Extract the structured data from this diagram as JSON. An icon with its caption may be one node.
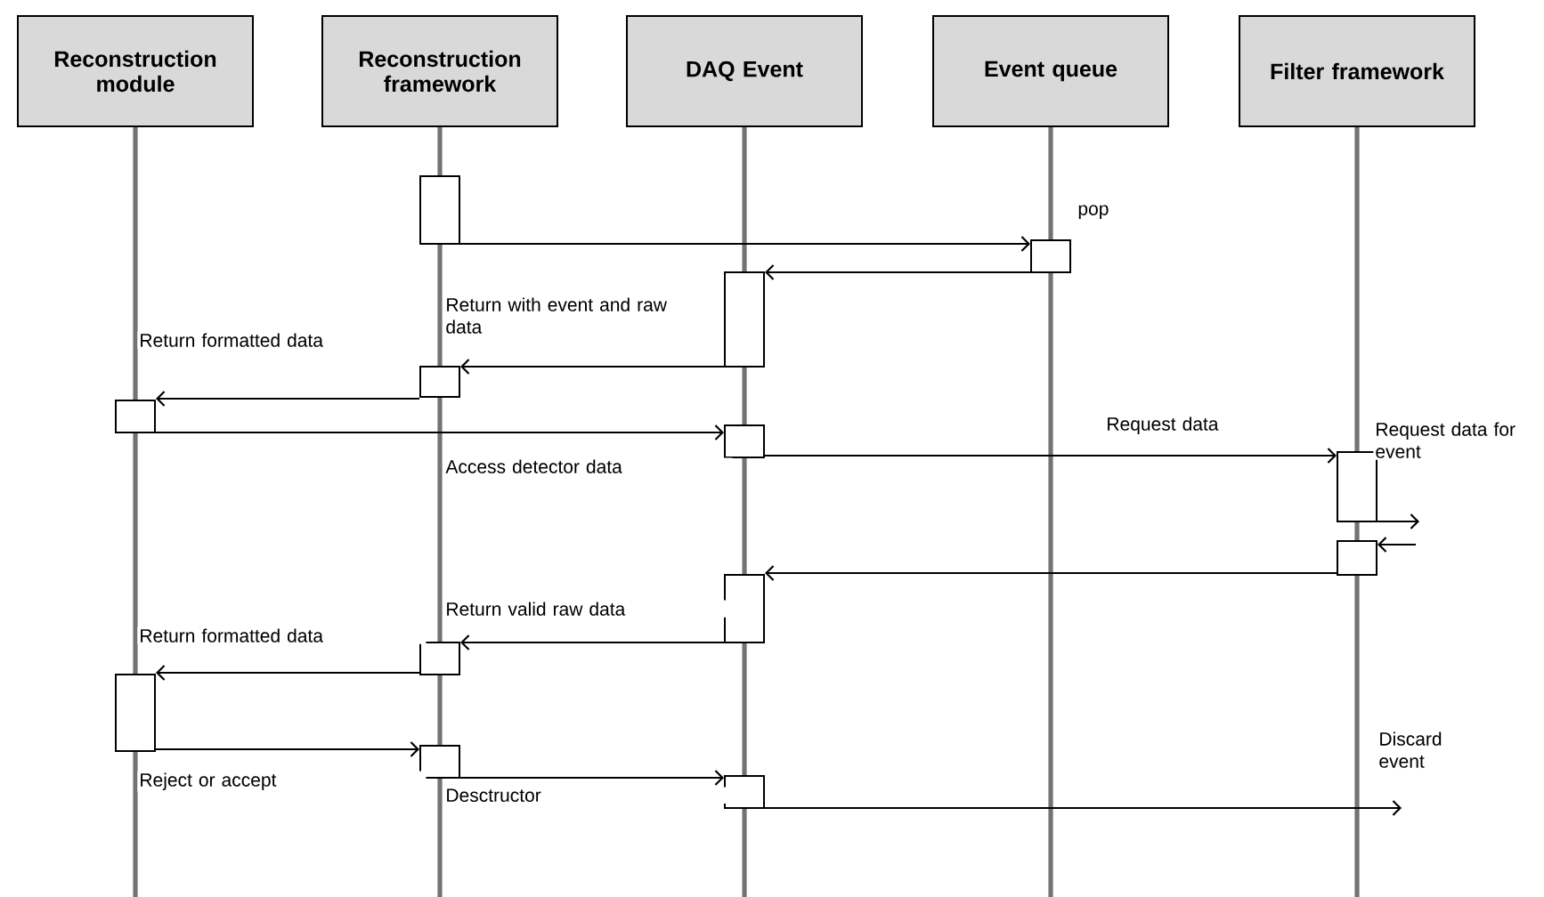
{
  "diagram": {
    "nodes": [
      {
        "text": [
          "Reconstruction module"
        ]
      },
      {
        "text": [
          "Reconstruction framework"
        ]
      },
      {
        "text": [
          "DAQ Event"
        ]
      },
      {
        "text": [
          "Event queue"
        ]
      },
      {
        "text": [
          "Filter framework"
        ]
      },
      {
        "text": [],
        "shape": "box"
      },
      {
        "text": [],
        "shape": "box"
      },
      {
        "text": [],
        "shape": "box"
      },
      {
        "text": [],
        "shape": "box"
      },
      {
        "text": [],
        "shape": "box"
      },
      {
        "text": [],
        "shape": "box"
      },
      {
        "text": [],
        "shape": "box"
      },
      {
        "text": [],
        "shape": "box"
      },
      {
        "text": [],
        "shape": "box"
      },
      {
        "text": [],
        "shape": "box"
      },
      {
        "text": [],
        "shape": "box"
      },
      {
        "text": [],
        "shape": "box"
      },
      {
        "text": [],
        "shape": "box"
      }
    ],
    "edges": [
      {
        "from": 5,
        "to": 6,
        "arrow": "to",
        "label": "pop"
      },
      {
        "from": 6,
        "to": 7,
        "arrow": "to"
      },
      {
        "from": 7,
        "to": 8,
        "arrow": "to",
        "label": "Return with event and raw data"
      },
      {
        "from": 8,
        "to": 9,
        "arrow": "to",
        "label": "Return formatted data"
      },
      {
        "from": 9,
        "to": 10,
        "arrow": "to",
        "label": "Access detector data"
      },
      {
        "from": 10,
        "to": 11,
        "arrow": "to",
        "label": "Request data"
      },
      {
        "from": 11,
        "to": null,
        "arrow": "to",
        "label": "Request data for event"
      },
      {
        "from": null,
        "to": 12,
        "arrow": "to"
      },
      {
        "from": 12,
        "to": 13,
        "arrow": "to"
      },
      {
        "from": 13,
        "to": 14,
        "arrow": "to",
        "label": "Return valid raw data"
      },
      {
        "from": 14,
        "to": 15,
        "arrow": "to",
        "label": "Return formatted data"
      },
      {
        "from": 15,
        "to": 16,
        "arrow": "to",
        "label": "Reject or accept"
      },
      {
        "from": 16,
        "to": 17,
        "arrow": "to",
        "label": "Desctructor"
      },
      {
        "from": 17,
        "to": null,
        "arrow": "to",
        "label": "Discard event"
      }
    ]
  }
}
